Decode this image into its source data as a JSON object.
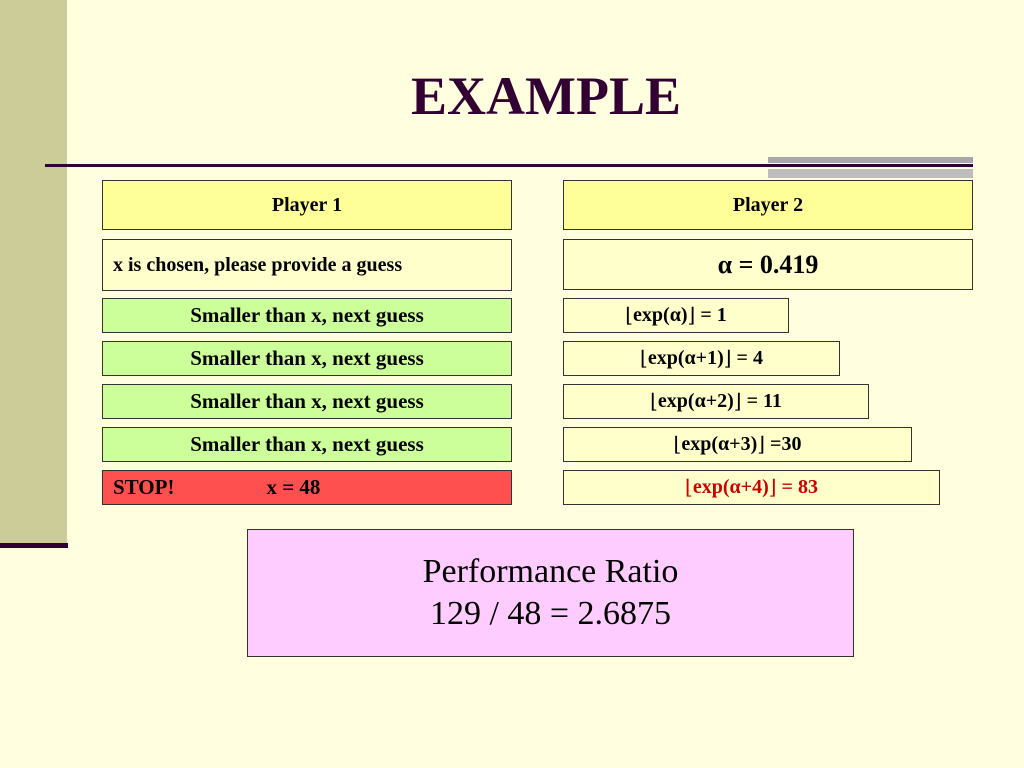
{
  "slide": {
    "title": "EXAMPLE",
    "player1_header": "Player 1",
    "player2_header": "Player 2",
    "prompt": "x is chosen, please provide a guess",
    "alpha_line": "α = 0.419",
    "feedback_rows": [
      "Smaller than x, next guess",
      "Smaller than x, next guess",
      "Smaller than x, next guess",
      "Smaller than x, next guess"
    ],
    "stop_label": "STOP!",
    "stop_value": "x = 48",
    "guesses": [
      {
        "floor_open": "⌊",
        "expr": "exp(α)",
        "floor_close": "⌋",
        "result": " = 1"
      },
      {
        "floor_open": "⌊",
        "expr": "exp(α+1)",
        "floor_close": "⌋",
        "result": " = 4"
      },
      {
        "floor_open": "⌊",
        "expr": "exp(α+2)",
        "floor_close": "⌋",
        "result": " = 11"
      },
      {
        "floor_open": "⌊",
        "expr": "exp(α+3)",
        "floor_close": "⌋",
        "result": " =30"
      },
      {
        "floor_open": "⌊",
        "expr": "exp(α+4)",
        "floor_close": "⌋",
        "result": " = 83"
      }
    ],
    "performance_title": "Performance Ratio",
    "performance_value": "129 / 48 = 2.6875",
    "colors": {
      "background": "#FFFFE0",
      "sidebar": "#CCCC99",
      "title": "#330033",
      "header_fill": "#FFFF99",
      "feedback_fill": "#CCFF99",
      "stop_fill": "#FF5050",
      "calc_fill": "#FFFFCC",
      "final_guess_text": "#CC0000",
      "performance_fill": "#FFCCFF"
    }
  }
}
